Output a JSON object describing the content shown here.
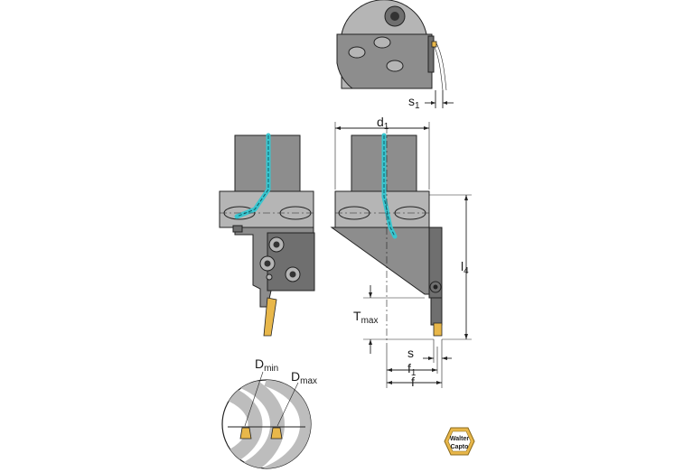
{
  "labels": {
    "s1": "s",
    "s1_sub": "1",
    "d1": "d",
    "d1_sub": "1",
    "l4": "l",
    "l4_sub": "4",
    "tmax": "T",
    "tmax_sub": "max",
    "s": "s",
    "f1": "f",
    "f1_sub": "1",
    "f": "f",
    "dmin": "D",
    "dmin_sub": "min",
    "dmax": "D",
    "dmax_sub": "max"
  },
  "logo": {
    "line1": "Walter",
    "line2": "Capto",
    "badge_color": "#e8b74a"
  },
  "colors": {
    "coolant": "#39c6cf",
    "insert": "#e8b74a",
    "body": "#8d8d8d"
  }
}
